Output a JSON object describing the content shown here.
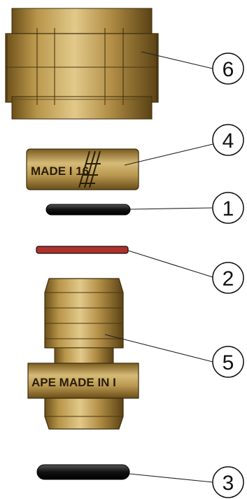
{
  "diagram": {
    "parts": [
      {
        "id": "nut",
        "callout": "6"
      },
      {
        "id": "split-ring",
        "callout": "4",
        "engraving": "MADE I 16"
      },
      {
        "id": "o-ring-upper",
        "callout": "1"
      },
      {
        "id": "insulating-washer",
        "callout": "2"
      },
      {
        "id": "insert-body",
        "callout": "5",
        "engraving": "APE MADE IN I"
      },
      {
        "id": "o-ring-lower",
        "callout": "3"
      }
    ],
    "colors": {
      "brass_light": "#d9be78",
      "brass_mid": "#a8873f",
      "brass_dark": "#5e4515",
      "rubber": "#1a1a1a",
      "washer": "#b0312c"
    }
  }
}
